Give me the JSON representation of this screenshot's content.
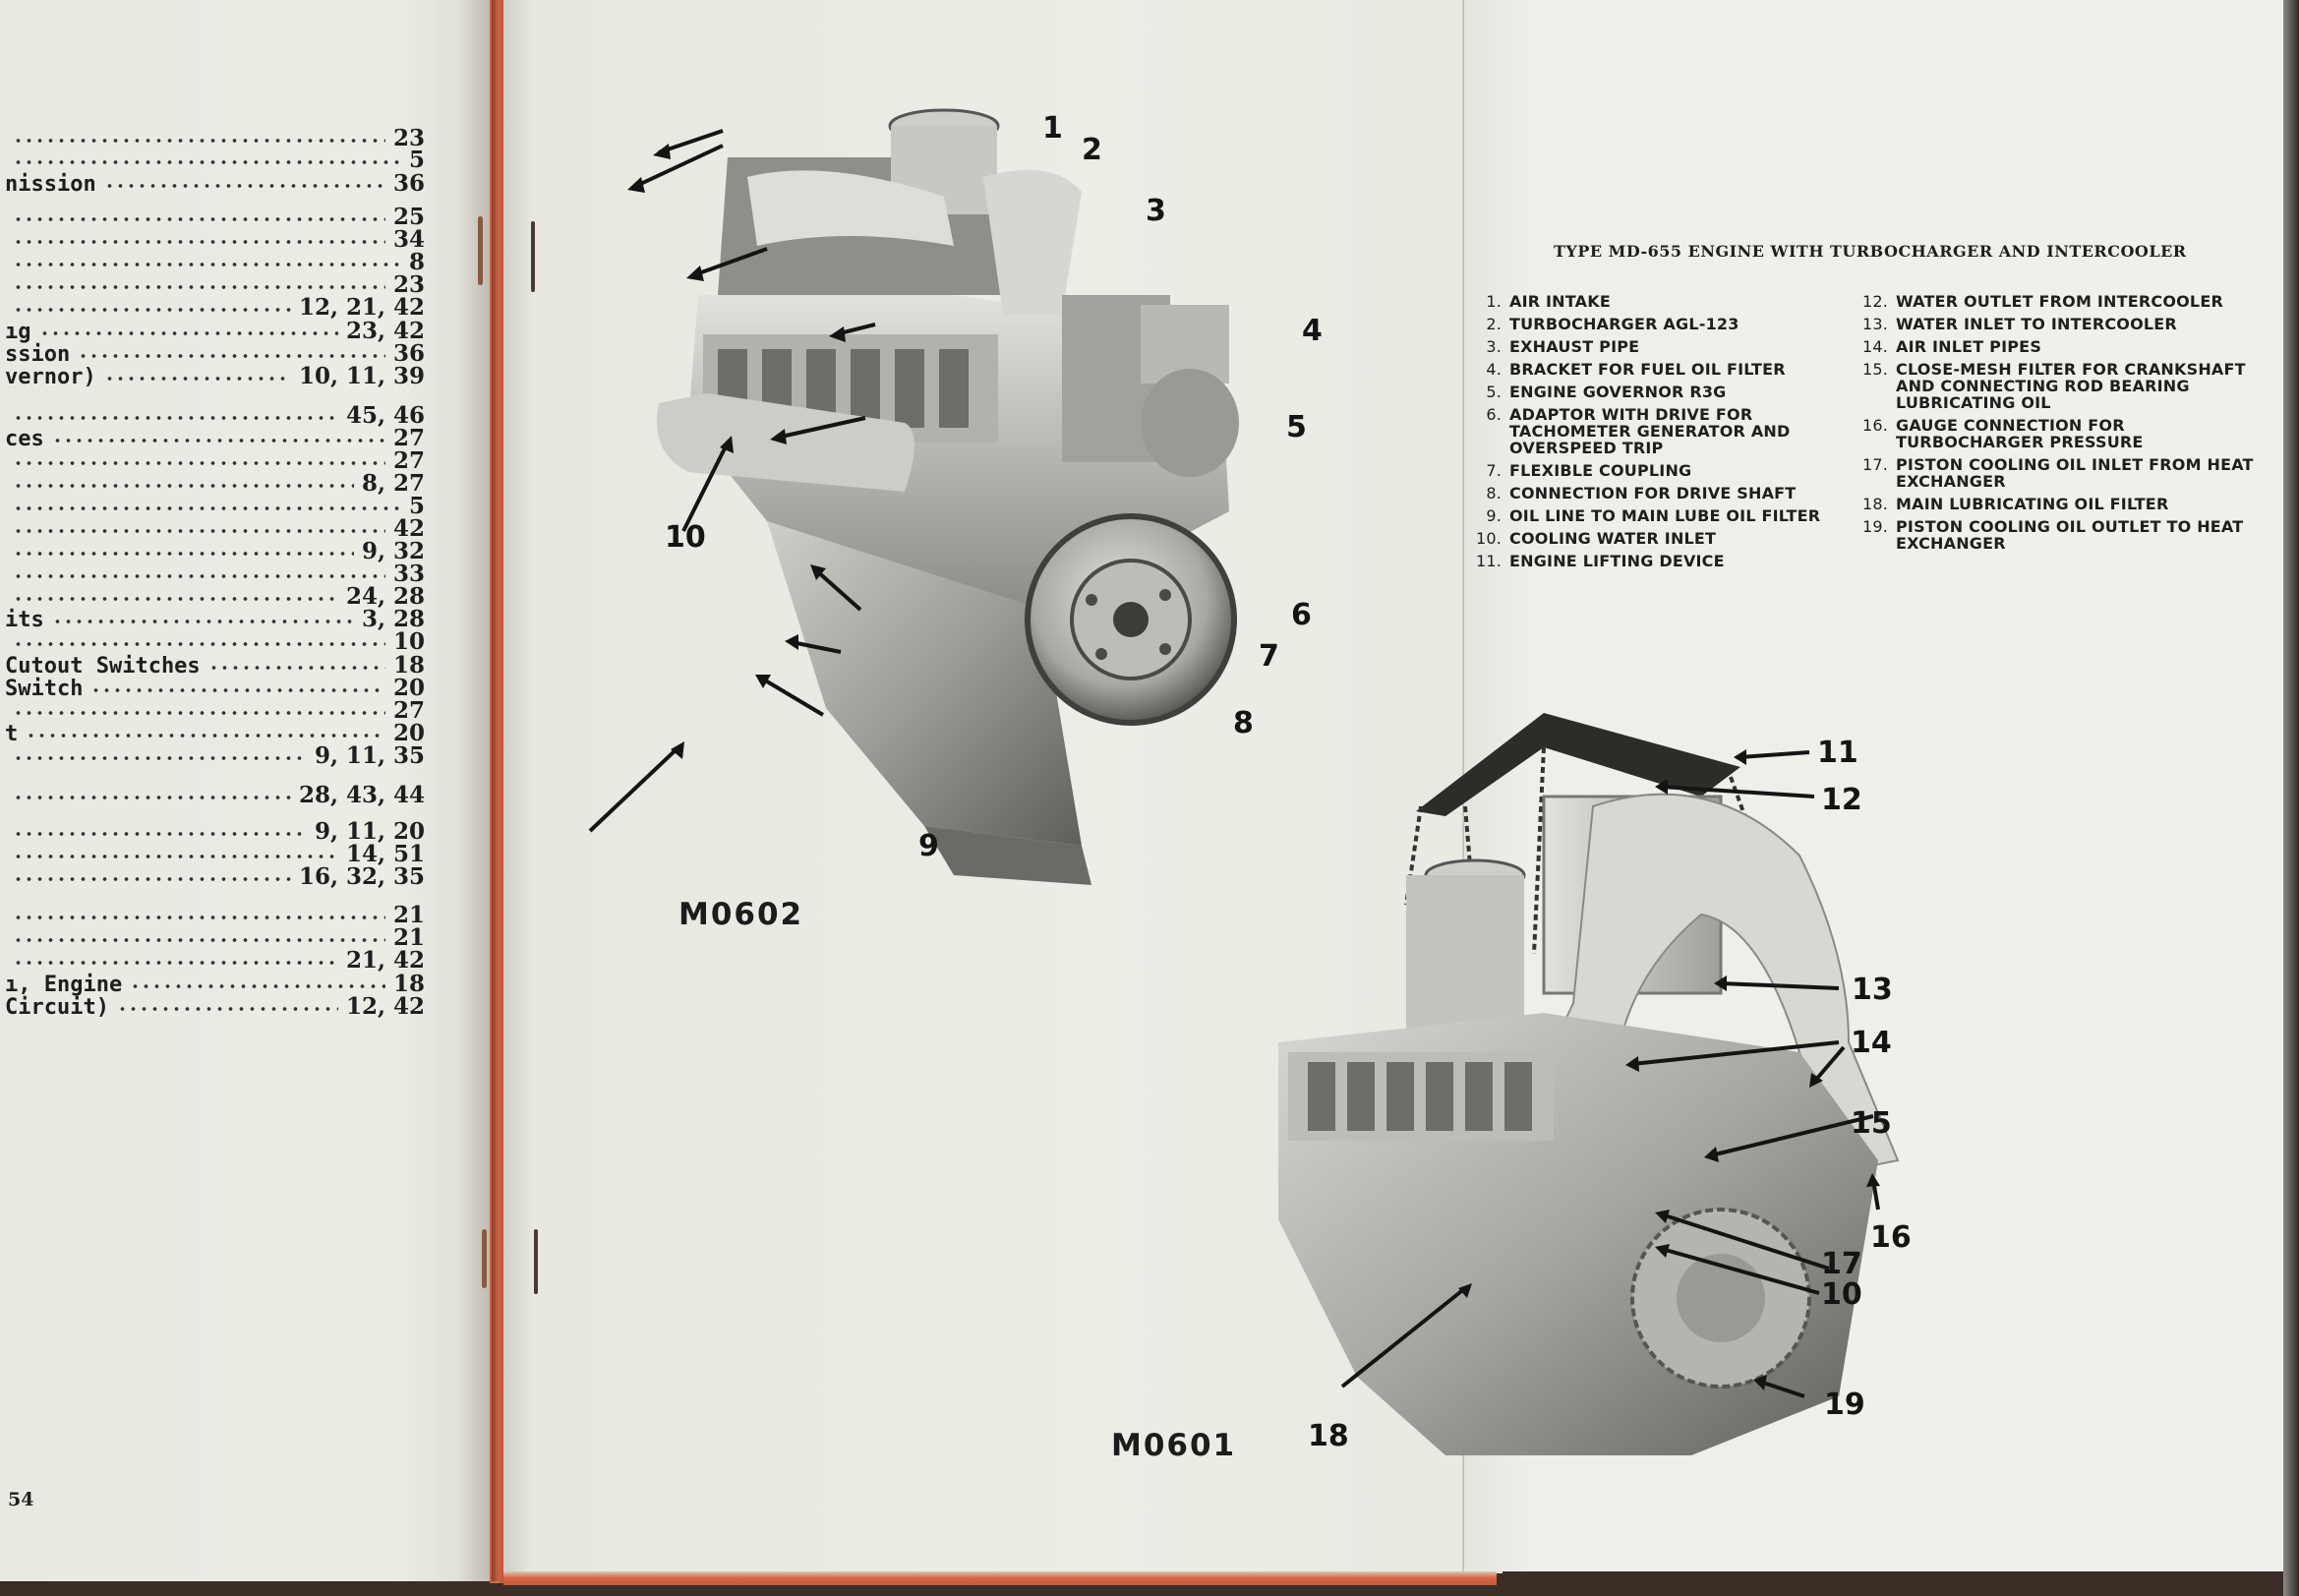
{
  "index": {
    "page_number": "54",
    "entries": [
      {
        "term": "",
        "pages": "23"
      },
      {
        "term": "",
        "pages": "5"
      },
      {
        "term": "nission",
        "pages": "36"
      },
      {
        "term": "",
        "pages": "25"
      },
      {
        "term": "",
        "pages": "34"
      },
      {
        "term": "",
        "pages": "8"
      },
      {
        "term": "",
        "pages": "23"
      },
      {
        "term": "",
        "pages": "12, 21, 42"
      },
      {
        "term": "ıg",
        "pages": "23, 42"
      },
      {
        "term": "ssion",
        "pages": "36"
      },
      {
        "term": "vernor)",
        "pages": "10, 11, 39"
      },
      {
        "term": "",
        "pages": "45, 46"
      },
      {
        "term": "ces",
        "pages": "27"
      },
      {
        "term": "",
        "pages": "27"
      },
      {
        "term": "",
        "pages": "8, 27"
      },
      {
        "term": "",
        "pages": "5"
      },
      {
        "term": "",
        "pages": "42"
      },
      {
        "term": "",
        "pages": "9, 32"
      },
      {
        "term": "",
        "pages": "33"
      },
      {
        "term": "",
        "pages": "24, 28"
      },
      {
        "term": "its",
        "pages": "3, 28"
      },
      {
        "term": "",
        "pages": "10"
      },
      {
        "term": "Cutout Switches",
        "pages": "18"
      },
      {
        "term": "Switch",
        "pages": "20"
      },
      {
        "term": "",
        "pages": "27"
      },
      {
        "term": "t",
        "pages": "20"
      },
      {
        "term": "",
        "pages": "9, 11, 35"
      },
      {
        "term": "",
        "pages": "28, 43, 44"
      },
      {
        "term": "",
        "pages": "9, 11, 20"
      },
      {
        "term": "",
        "pages": "14, 51"
      },
      {
        "term": "",
        "pages": "16, 32, 35"
      },
      {
        "term": "",
        "pages": "21"
      },
      {
        "term": "",
        "pages": "21"
      },
      {
        "term": "",
        "pages": "21, 42"
      },
      {
        "term": "ı, Engine",
        "pages": "18"
      },
      {
        "term": "Circuit)",
        "pages": "12, 42"
      }
    ]
  },
  "caption": {
    "title": "TYPE MD-655 ENGINE WITH TURBOCHARGER AND INTERCOOLER",
    "parts_left": [
      {
        "num": "1.",
        "text": "Air intake"
      },
      {
        "num": "2.",
        "text": "Turbocharger AGL-123"
      },
      {
        "num": "3.",
        "text": "Exhaust pipe"
      },
      {
        "num": "4.",
        "text": "Bracket for fuel oil filter"
      },
      {
        "num": "5.",
        "text": "Engine governor R3G"
      },
      {
        "num": "6.",
        "text": "Adaptor with drive for tachometer generator and overspeed trip"
      },
      {
        "num": "7.",
        "text": "Flexible coupling"
      },
      {
        "num": "8.",
        "text": "Connection for drive shaft"
      },
      {
        "num": "9.",
        "text": "Oil line to main lube oil filter"
      },
      {
        "num": "10.",
        "text": "Cooling water inlet"
      },
      {
        "num": "11.",
        "text": "Engine lifting device"
      }
    ],
    "parts_right": [
      {
        "num": "12.",
        "text": "Water outlet from intercooler"
      },
      {
        "num": "13.",
        "text": "Water inlet to intercooler"
      },
      {
        "num": "14.",
        "text": "Air inlet pipes"
      },
      {
        "num": "15.",
        "text": "Close-mesh filter for crankshaft and connecting rod bearing lubricating oil"
      },
      {
        "num": "16.",
        "text": "Gauge connection for turbocharger pressure"
      },
      {
        "num": "17.",
        "text": "Piston cooling oil inlet from heat exchanger"
      },
      {
        "num": "18.",
        "text": "Main lubricating oil filter"
      },
      {
        "num": "19.",
        "text": "Piston cooling oil outlet to heat exchanger"
      }
    ]
  },
  "photo_top": {
    "label": "M0602",
    "callouts": [
      "1",
      "2",
      "3",
      "4",
      "5",
      "6",
      "7",
      "8",
      "9",
      "10"
    ]
  },
  "photo_bottom": {
    "label": "M0601",
    "callouts": [
      "11",
      "12",
      "13",
      "14",
      "15",
      "16",
      "17",
      "10",
      "18",
      "19"
    ]
  }
}
